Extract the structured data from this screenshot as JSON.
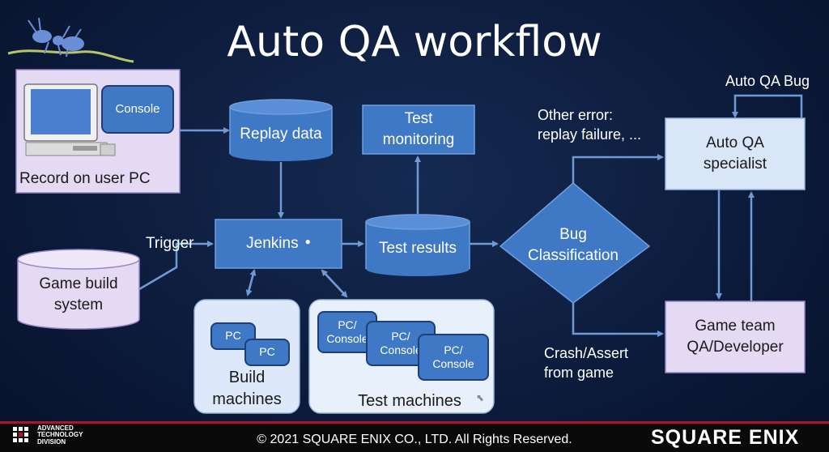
{
  "slide": {
    "title": "Auto QA workflow",
    "footer": {
      "copyright": "© 2021 SQUARE ENIX CO., LTD. All Rights Reserved.",
      "brand": "SQUARE ENIX",
      "division_line1": "ADVANCED",
      "division_line2": "TECHNOLOGY",
      "division_line3": "DIVISION"
    }
  },
  "nodes": {
    "record": "Record on user PC",
    "console": "Console",
    "replay_data": "Replay data",
    "test_monitoring_1": "Test",
    "test_monitoring_2": "monitoring",
    "jenkins": "Jenkins",
    "test_results": "Test results",
    "bug_classification_1": "Bug",
    "bug_classification_2": "Classification",
    "auto_qa_specialist_1": "Auto QA",
    "auto_qa_specialist_2": "specialist",
    "game_team_1": "Game team",
    "game_team_2": "QA/Developer",
    "game_build_1": "Game build",
    "game_build_2": "system",
    "build_machines_1": "Build",
    "build_machines_2": "machines",
    "test_machines": "Test machines",
    "pc": "PC",
    "pc_console_1": "PC/",
    "pc_console_2": "Console"
  },
  "edge_labels": {
    "trigger": "Trigger",
    "auto_qa_bug": "Auto QA Bug",
    "other_error_1": "Other error:",
    "other_error_2": "replay failure, ...",
    "crash_assert_1": "Crash/Assert",
    "crash_assert_2": "from game"
  },
  "colors": {
    "node_blue": "#3f78c4",
    "node_border": "#6f9ee0",
    "lavender": "#e4daf3",
    "light_blue": "#d9e6f8",
    "pale_blue": "#e8f0fb",
    "arrow": "#6f9ad6",
    "footer_red": "#b3122a"
  }
}
